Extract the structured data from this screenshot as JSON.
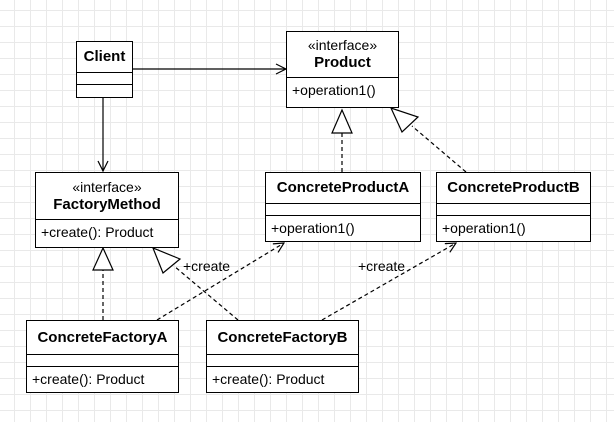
{
  "classes": {
    "client": {
      "name": "Client"
    },
    "product": {
      "stereotype": "«interface»",
      "name": "Product",
      "operation": "+operation1()"
    },
    "factory_method": {
      "stereotype": "«interface»",
      "name": "FactoryMethod",
      "operation": "+create(): Product"
    },
    "concrete_product_a": {
      "name": "ConcreteProductA",
      "operation": "+operation1()"
    },
    "concrete_product_b": {
      "name": "ConcreteProductB",
      "operation": "+operation1()"
    },
    "concrete_factory_a": {
      "name": "ConcreteFactoryA",
      "operation": "+create(): Product"
    },
    "concrete_factory_b": {
      "name": "ConcreteFactoryB",
      "operation": "+create(): Product"
    }
  },
  "edge_labels": {
    "create_left": "+create",
    "create_right": "+create"
  },
  "colors": {
    "line": "#000000",
    "grid": "#e9e9e9",
    "background": "#ffffff"
  }
}
